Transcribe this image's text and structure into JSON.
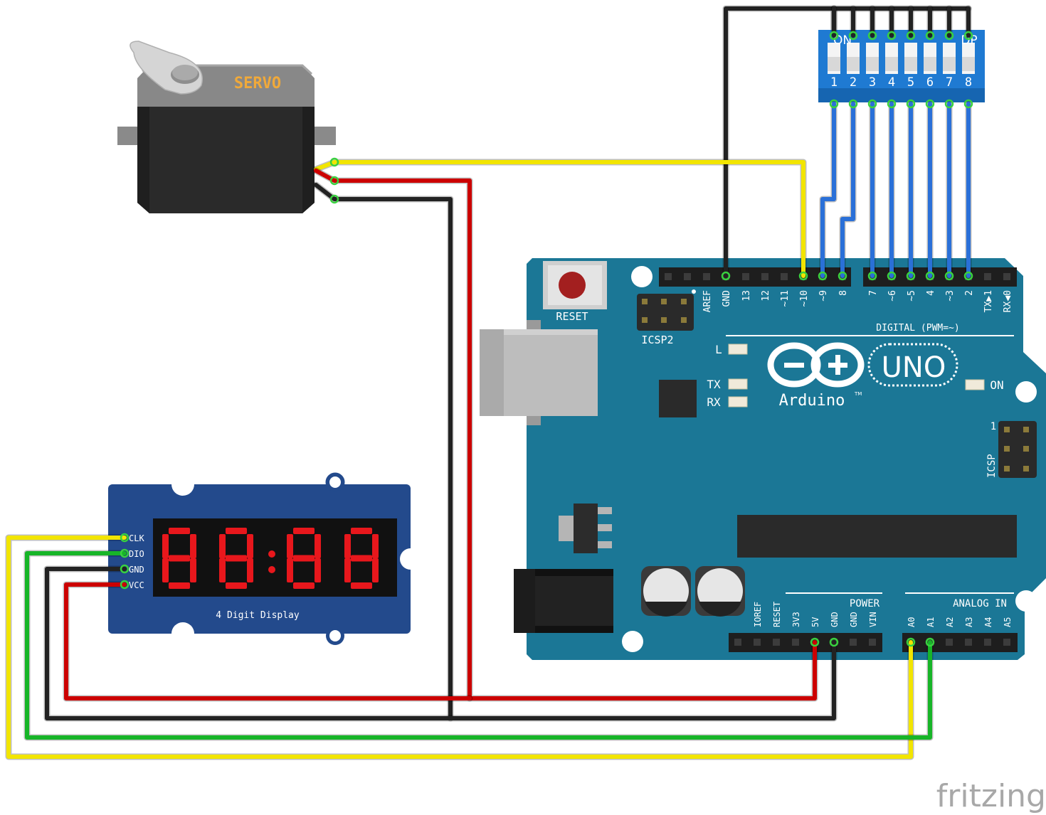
{
  "servo": {
    "label": "SERVO"
  },
  "display": {
    "pins": [
      "CLK",
      "DIO",
      "GND",
      "VCC"
    ],
    "caption": "4 Digit Display"
  },
  "arduino": {
    "reset": "RESET",
    "icsp2": "ICSP2",
    "icsp": "ICSP",
    "icsp_pin1": "1",
    "brand": "Arduino",
    "model": "UNO",
    "tm": "TM",
    "led_l": "L",
    "led_tx": "TX",
    "led_rx": "RX",
    "led_on": "ON",
    "digital_label": "DIGITAL (PWM=~)",
    "power_label": "POWER",
    "analog_label": "ANALOG IN",
    "top_pins": [
      "AREF",
      "GND",
      "13",
      "12",
      "~11",
      "~10",
      "~9",
      "8",
      "7",
      "~6",
      "~5",
      "4",
      "~3",
      "2",
      "TX▶1",
      "RX◀0"
    ],
    "power_pins": [
      "IOREF",
      "RESET",
      "3V3",
      "5V",
      "GND",
      "GND",
      "VIN"
    ],
    "analog_pins": [
      "A0",
      "A1",
      "A2",
      "A3",
      "A4",
      "A5"
    ]
  },
  "dip": {
    "numbers": [
      "1",
      "2",
      "3",
      "4",
      "5",
      "6",
      "7",
      "8"
    ],
    "on_label": "ON",
    "dp_label": "DP"
  },
  "footer": {
    "brand": "fritzing"
  },
  "colors": {
    "board": "#1b7796",
    "wire_yellow": "#f2e500",
    "wire_red": "#cc0000",
    "wire_black": "#222222",
    "wire_green": "#17b528",
    "wire_blue": "#2a70d8",
    "display_red": "#e8171c"
  }
}
